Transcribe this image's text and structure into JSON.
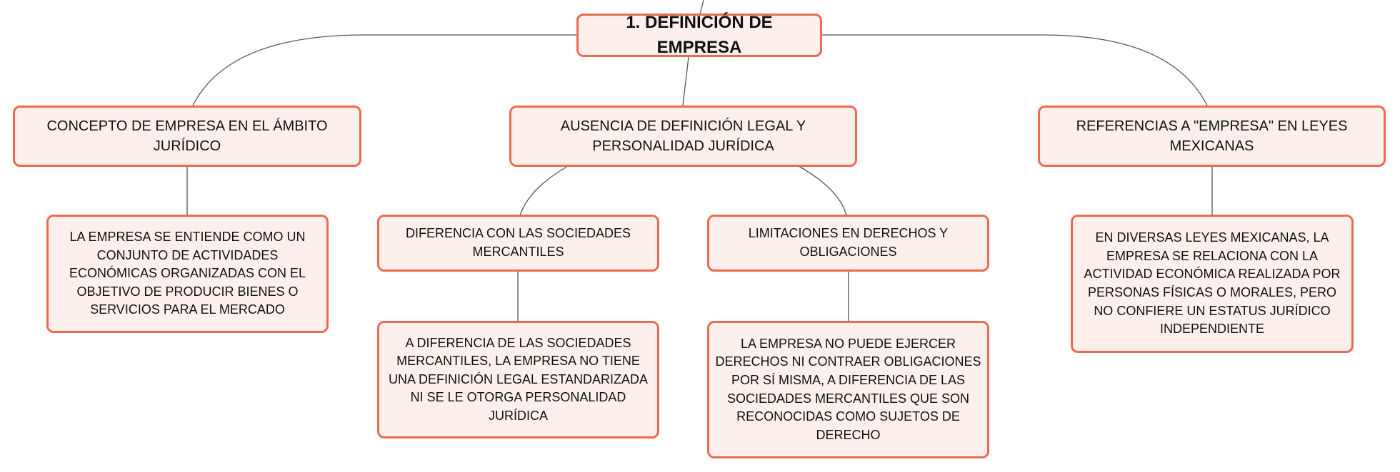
{
  "colors": {
    "accent": "#ec6a52",
    "fill": "#fdf0ec",
    "line": "#555555"
  },
  "mindmap": {
    "root": "1. DEFINICIÓN DE EMPRESA",
    "branches": [
      {
        "label": "CONCEPTO DE EMPRESA EN EL ÁMBITO JURÍDICO",
        "children": [
          {
            "label": "LA EMPRESA SE ENTIENDE COMO UN CONJUNTO DE ACTIVIDADES ECONÓMICAS ORGANIZADAS CON EL OBJETIVO DE PRODUCIR BIENES O SERVICIOS PARA EL MERCADO"
          }
        ]
      },
      {
        "label": "AUSENCIA DE DEFINICIÓN LEGAL Y PERSONALIDAD JURÍDICA",
        "children": [
          {
            "label": "DIFERENCIA CON LAS SOCIEDADES MERCANTILES",
            "detail": "A DIFERENCIA DE LAS SOCIEDADES MERCANTILES, LA EMPRESA NO TIENE UNA DEFINICIÓN LEGAL ESTANDARIZADA NI SE LE OTORGA PERSONALIDAD JURÍDICA"
          },
          {
            "label": "LIMITACIONES EN DERECHOS Y OBLIGACIONES",
            "detail": "LA EMPRESA NO PUEDE EJERCER DERECHOS NI CONTRAER OBLIGACIONES POR SÍ MISMA, A DIFERENCIA DE LAS SOCIEDADES MERCANTILES QUE SON RECONOCIDAS COMO SUJETOS DE DERECHO"
          }
        ]
      },
      {
        "label": "REFERENCIAS A \"EMPRESA\" EN LEYES MEXICANAS",
        "children": [
          {
            "label": "EN DIVERSAS LEYES MEXICANAS, LA EMPRESA SE RELACIONA CON LA ACTIVIDAD ECONÓMICA REALIZADA POR PERSONAS FÍSICAS O MORALES, PERO NO CONFIERE UN ESTATUS JURÍDICO INDEPENDIENTE"
          }
        ]
      }
    ]
  }
}
